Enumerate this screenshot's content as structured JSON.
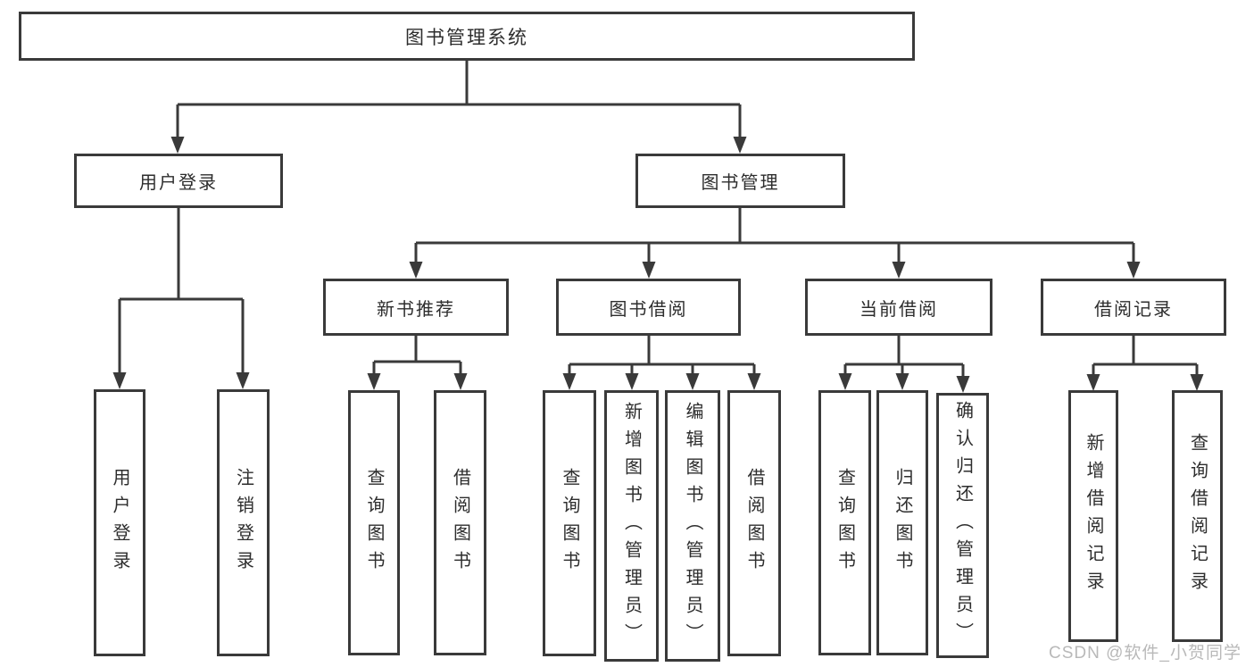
{
  "tree": {
    "root": {
      "label": "图书管理系统"
    },
    "branches": [
      {
        "label": "用户登录",
        "children": [
          {
            "label": "用户登录"
          },
          {
            "label": "注销登录"
          }
        ]
      },
      {
        "label": "图书管理",
        "children": [
          {
            "label": "新书推荐",
            "children": [
              {
                "label": "查询图书"
              },
              {
                "label": "借阅图书"
              }
            ]
          },
          {
            "label": "图书借阅",
            "children": [
              {
                "label": "查询图书"
              },
              {
                "label": "新增图书（管理员）"
              },
              {
                "label": "编辑图书（管理员）"
              },
              {
                "label": "借阅图书"
              }
            ]
          },
          {
            "label": "当前借阅",
            "children": [
              {
                "label": "查询图书"
              },
              {
                "label": "归还图书"
              },
              {
                "label": "确认归还（管理员）"
              }
            ]
          },
          {
            "label": "借阅记录",
            "children": [
              {
                "label": "新增借阅记录"
              },
              {
                "label": "查询借阅记录"
              }
            ]
          }
        ]
      }
    ]
  },
  "watermark": "CSDN @软件_小贺同学",
  "colors": {
    "line": "#3a3a3a",
    "text": "#2d2d2d",
    "watermark": "#b9b9b9",
    "background": "#ffffff"
  }
}
